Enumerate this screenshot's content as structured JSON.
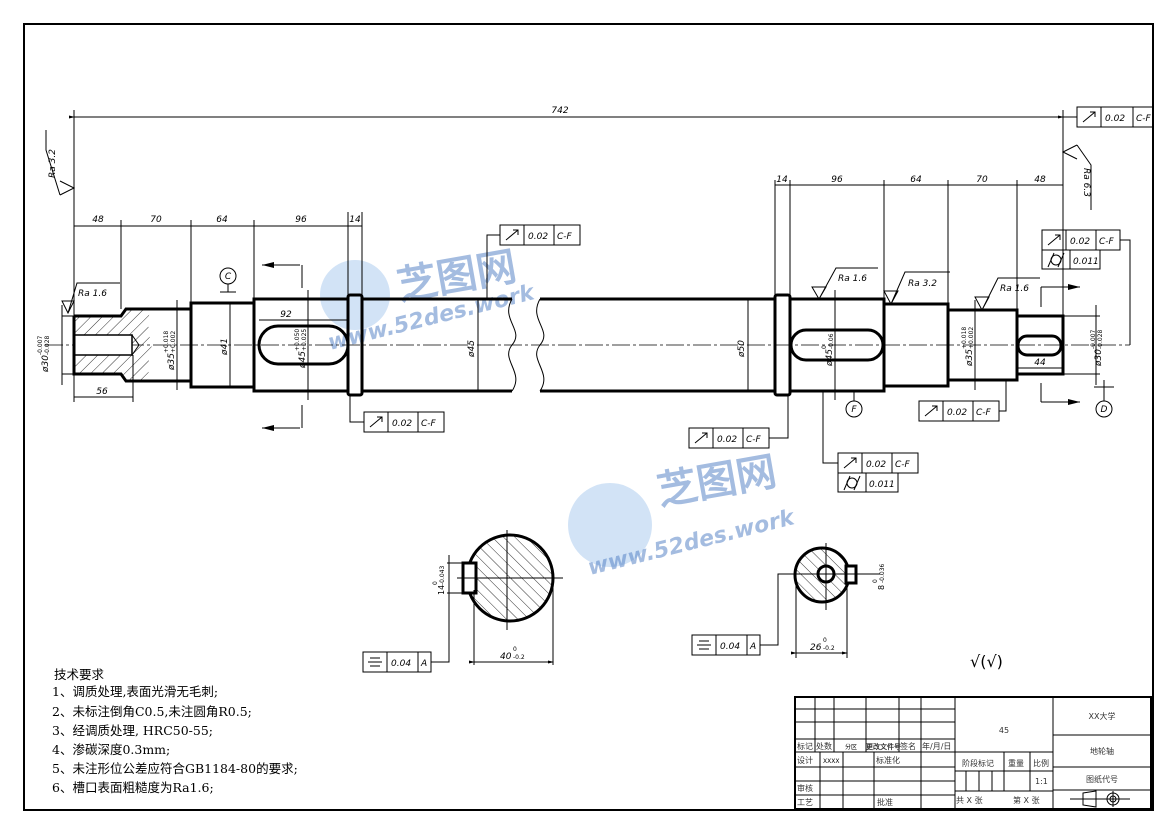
{
  "overall_length": "742",
  "left_dims": [
    "48",
    "70",
    "64",
    "96",
    "14"
  ],
  "right_dims": [
    "14",
    "96",
    "64",
    "70",
    "48"
  ],
  "diameters": {
    "left_end": "ø30",
    "left_end_tol_upper": "-0.007",
    "left_end_tol_lower": "-0.028",
    "left_bearing": "ø35",
    "left_bearing_tol_upper": "+0.018",
    "left_bearing_tol_lower": "+0.002",
    "left_step": "ø41",
    "left_key_seat": "ø45",
    "left_key_seat_tol_upper": "+0.050",
    "left_key_seat_tol_lower": "+0.025",
    "middle": "ø45",
    "collar": "ø50",
    "right_key_seat": "ø45",
    "right_key_seat_tol_upper": "0",
    "right_key_seat_tol_lower": "-0.06",
    "right_bearing": "ø35",
    "right_bearing_tol_upper": "+0.018",
    "right_bearing_tol_lower": "+0.002",
    "right_end": "ø30",
    "right_end_tol_upper": "-0.007",
    "right_end_tol_lower": "-0.028"
  },
  "other_dims": {
    "keyway_left": "92",
    "bore_depth": "56",
    "keyway_right": "44"
  },
  "sections": {
    "left_width": "14",
    "left_width_tol_upper": "0",
    "left_width_tol_lower": "-0.043",
    "left_depth": "40",
    "left_depth_tol_upper": "0",
    "left_depth_tol_lower": "-0.2",
    "right_width": "8",
    "right_width_tol_upper": "0",
    "right_width_tol_lower": "-0.036",
    "right_depth": "26",
    "right_depth_tol_upper": "0",
    "right_depth_tol_lower": "-0.2"
  },
  "tolerance_frames": {
    "runout_value": "0.02",
    "runout_datum": "C-F",
    "cylindricity_value": "0.011",
    "symmetry_value": "0.04",
    "symmetry_datum": "A"
  },
  "roughness": {
    "ra16": "Ra 1.6",
    "ra32": "Ra 3.2",
    "ra63": "Ra 6.3",
    "general": "√(√)"
  },
  "datums": {
    "c": "C",
    "f": "F",
    "d": "D"
  },
  "tech_requirements": {
    "title": "技术要求",
    "items": [
      "1、调质处理,表面光滑无毛刺;",
      "2、未标注倒角C0.5,未注圆角R0.5;",
      "3、经调质处理, HRC50-55;",
      "4、渗碳深度0.3mm;",
      "5、未注形位公差应符合GB1184-80的要求;",
      "6、槽口表面粗糙度为Ra1.6;"
    ]
  },
  "title_block": {
    "material": "45",
    "school": "XX大学",
    "part_name": "地轮轴",
    "drawing_code": "图纸代号",
    "mark": "标记",
    "count": "处数",
    "zone": "分区",
    "change_doc": "更改文件号",
    "signature": "签名",
    "date": "年/月/日",
    "design": "设计",
    "designer": "XXXX",
    "standardize": "标准化",
    "review": "审核",
    "process": "工艺",
    "approve": "批准",
    "stage_mark": "阶段标记",
    "weight": "重量",
    "scale_label": "比例",
    "scale": "1:1",
    "total_sheets": "共 X 张",
    "sheet_no": "第 X 张"
  },
  "watermark": {
    "brand": "芝图网",
    "url": "www.52des.work"
  }
}
